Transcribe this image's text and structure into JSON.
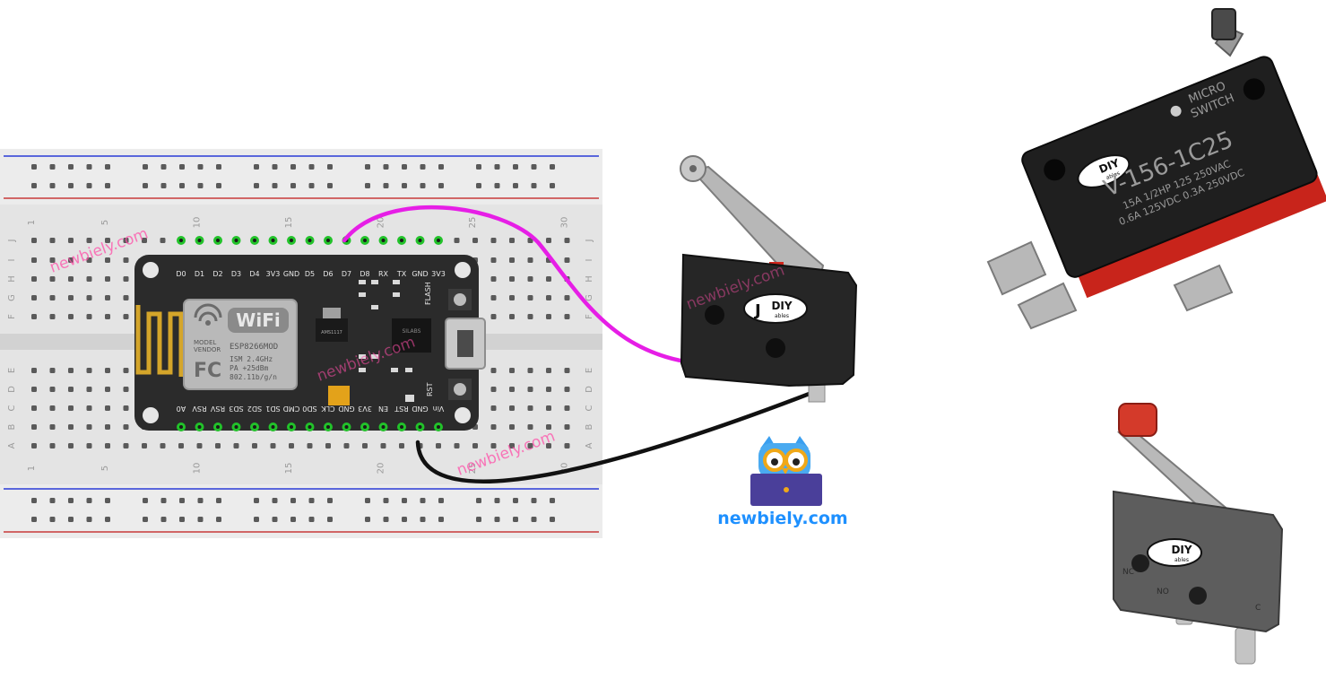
{
  "breadboard": {
    "column_numbers": [
      "1",
      "5",
      "10",
      "15",
      "20",
      "25",
      "30"
    ],
    "row_letters_top": [
      "J",
      "I",
      "H",
      "G",
      "F"
    ],
    "row_letters_bottom": [
      "E",
      "D",
      "C",
      "B",
      "A"
    ]
  },
  "nodemcu": {
    "top_pins": [
      "D0",
      "D1",
      "D2",
      "D3",
      "D4",
      "3V3",
      "GND",
      "D5",
      "D6",
      "D7",
      "D8",
      "RX",
      "TX",
      "GND",
      "3V3"
    ],
    "bottom_pins": [
      "A0",
      "RSV",
      "RSV",
      "SD3",
      "SD2",
      "SD1",
      "CMD",
      "SD0",
      "CLK",
      "GND",
      "3V3",
      "EN",
      "RST",
      "GND",
      "Vin"
    ],
    "wifi_label": "WiFi",
    "module_lines": [
      "MODEL",
      "VENDOR",
      "ESP8266MOD",
      "ISM 2.4GHz",
      "PA  +25dBm",
      "802.11b/g/n"
    ],
    "fc_label": "FC",
    "regulator_label": "AMS1117",
    "chip_label": "SILABS",
    "flash_label": "FLASH",
    "rst_label": "RST"
  },
  "large_switch": {
    "brand": "DIY",
    "brand_sub": "ables",
    "text_lines": [
      "MICRO",
      "SWITCH",
      "V-156-1C25",
      "15A 1/2HP 125 250VAC",
      "0.6A 125VDC 0.3A 250VDC"
    ]
  },
  "small_switch": {
    "brand": "DIY",
    "brand_sub": "ables",
    "terminals": [
      "NC",
      "NO",
      "C"
    ]
  },
  "wired_switch": {
    "brand": "DIY",
    "brand_sub": "ables"
  },
  "watermarks": [
    "newbiely.com",
    "newbiely.com",
    "newbiely.com",
    "newbiely.com"
  ],
  "logo": {
    "text": "newbiely.com"
  },
  "colors": {
    "wire_signal": "#e61ee6",
    "wire_ground": "#111111",
    "board_pcb": "#2b2b2b",
    "pin_green": "#22c22a",
    "logo_blue": "#1e90ff",
    "switch_body": "#222222",
    "switch_red": "#d1261c"
  }
}
